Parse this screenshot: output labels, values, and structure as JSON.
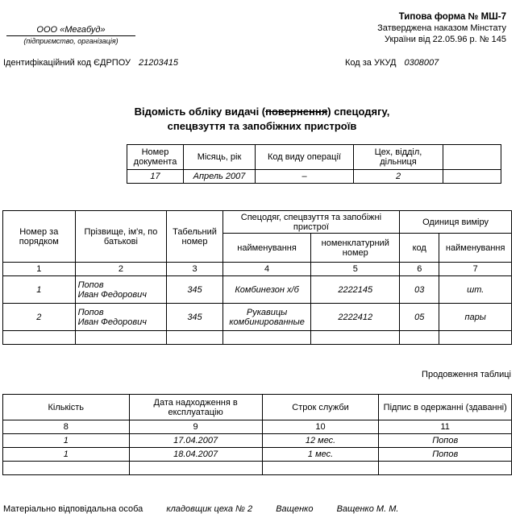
{
  "form": {
    "title": "Типова форма № МШ-7",
    "approved": "Затверджена наказом Мінстату",
    "decree": "України від 22.05.96 р. № 145"
  },
  "org": {
    "name": "ООО «Мегабуд»",
    "sublabel": "(підприємство, організація)"
  },
  "codes": {
    "edrpou_label": "Ідентифікаційний код ЄДРПОУ",
    "edrpou_value": "21203415",
    "ukud_label": "Код за УКУД",
    "ukud_value": "0308007"
  },
  "title": {
    "line1_before": "Відомість обліку видачі (",
    "line1_struck": "повернення",
    "line1_after": ") спецодягу,",
    "line2": "спецвзуття та запобіжних пристроїв"
  },
  "doc_table": {
    "headers": [
      "Номер документа",
      "Місяць, рік",
      "Код виду операції",
      "Цех, відділ, дільниця",
      ""
    ],
    "values": [
      "17",
      "Апрель 2007",
      "–",
      "2",
      ""
    ]
  },
  "main_table": {
    "h_number": "Номер за порядком",
    "h_name": "Прізвище, ім'я, по батькові",
    "h_tab": "Табельний номер",
    "h_gear": "Спецодяг, спецвзуття та запобіжні пристрої",
    "h_gear_name": "найменування",
    "h_gear_nom": "номенклатурний номер",
    "h_unit": "Одиниця виміру",
    "h_unit_code": "код",
    "h_unit_name": "найменування",
    "col_numbers": [
      "1",
      "2",
      "3",
      "4",
      "5",
      "6",
      "7"
    ],
    "rows": [
      {
        "num": "1",
        "name1": "Попов",
        "name2": "Иван Федорович",
        "tab": "345",
        "item": "Комбинезон х/б",
        "nom": "2222145",
        "code": "03",
        "unit": "шт."
      },
      {
        "num": "2",
        "name1": "Попов",
        "name2": "Иван Федорович",
        "tab": "345",
        "item": "Рукавицы комбинированные",
        "nom": "2222412",
        "code": "05",
        "unit": "пары"
      }
    ]
  },
  "continuation": "Продовження таблиці",
  "cont_table": {
    "h_qty": "Кількість",
    "h_date": "Дата надходження в експлуатацію",
    "h_term": "Строк служби",
    "h_sign": "Підпис в одержанні (здаванні)",
    "col_numbers": [
      "8",
      "9",
      "10",
      "11"
    ],
    "rows": [
      {
        "qty": "1",
        "date": "17.04.2007",
        "term": "12 мес.",
        "sign": "Попов"
      },
      {
        "qty": "1",
        "date": "18.04.2007",
        "term": "1 мес.",
        "sign": "Попов"
      }
    ]
  },
  "footer": {
    "label": "Матеріально відповідальна особа",
    "position": "кладовщик цеха № 2",
    "signature": "Ващенко",
    "full_name": "Ващенко М. М."
  }
}
